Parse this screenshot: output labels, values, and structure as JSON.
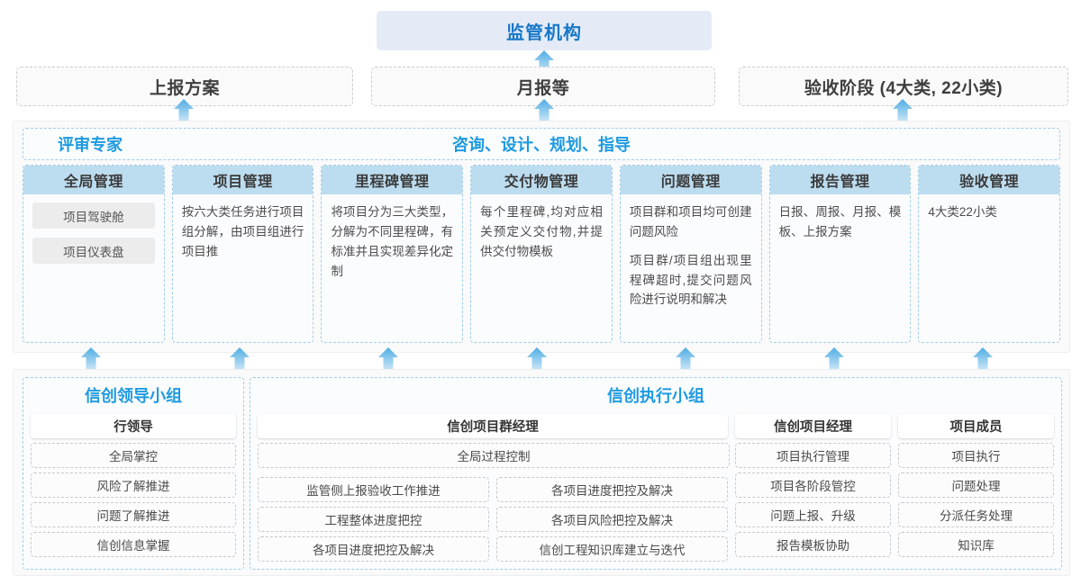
{
  "top": {
    "regulator": "监管机构"
  },
  "reports": [
    {
      "label": "上报方案"
    },
    {
      "label": "月报等"
    },
    {
      "label": "验收阶段 (4大类, 22小类)"
    }
  ],
  "middle": {
    "left_label": "评审专家",
    "center_label": "咨询、设计、规划、指导",
    "columns": [
      {
        "title": "全局管理",
        "chips": [
          "项目驾驶舱",
          "项目仪表盘"
        ],
        "paragraphs": []
      },
      {
        "title": "项目管理",
        "chips": [],
        "paragraphs": [
          "按六大类任务进行项目组分解，由项目组进行项目推"
        ]
      },
      {
        "title": "里程碑管理",
        "chips": [],
        "paragraphs": [
          "将项目分为三大类型，分解为不同里程碑，有标准并且实现差异化定制"
        ]
      },
      {
        "title": "交付物管理",
        "chips": [],
        "paragraphs": [
          "每个里程碑,均对应相关预定义交付物,并提供交付物模板"
        ]
      },
      {
        "title": "问题管理",
        "chips": [],
        "paragraphs": [
          "项目群和项目均可创建问题风险",
          "项目群/项目组出现里程碑超时,提交问题风险进行说明和解决"
        ]
      },
      {
        "title": "报告管理",
        "chips": [],
        "paragraphs": [
          "日报、周报、月报、模板、上报方案"
        ]
      },
      {
        "title": "验收管理",
        "chips": [],
        "paragraphs": [
          "4大类22小类"
        ]
      }
    ]
  },
  "bottom": {
    "left_group": {
      "title": "信创领导小组",
      "role": "行领导",
      "tasks": [
        "全局掌控",
        "风险了解推进",
        "问题了解推进",
        "信创信息掌握"
      ]
    },
    "right_group": {
      "title": "信创执行小组",
      "program_manager": {
        "role": "信创项目群经理",
        "top_task": "全局过程控制",
        "tasks_left": [
          "监管侧上报验收工作推进",
          "工程整体进度把控",
          "各项目进度把控及解决"
        ],
        "tasks_right": [
          "各项目进度把控及解决",
          "各项目风险把控及解决",
          "信创工程知识库建立与迭代"
        ]
      },
      "project_manager": {
        "role": "信创项目经理",
        "tasks": [
          "项目执行管理",
          "项目各阶段管控",
          "问题上报、升级",
          "报告模板协助"
        ]
      },
      "project_member": {
        "role": "项目成员",
        "tasks": [
          "项目执行",
          "问题处理",
          "分派任务处理",
          "知识库"
        ]
      }
    }
  },
  "colors": {
    "accent_blue": "#1e9ae0",
    "header_blue": "#bcdcef",
    "regulator_bg": "#e4ebf6",
    "arrow_blue": "#5cb4e8"
  }
}
